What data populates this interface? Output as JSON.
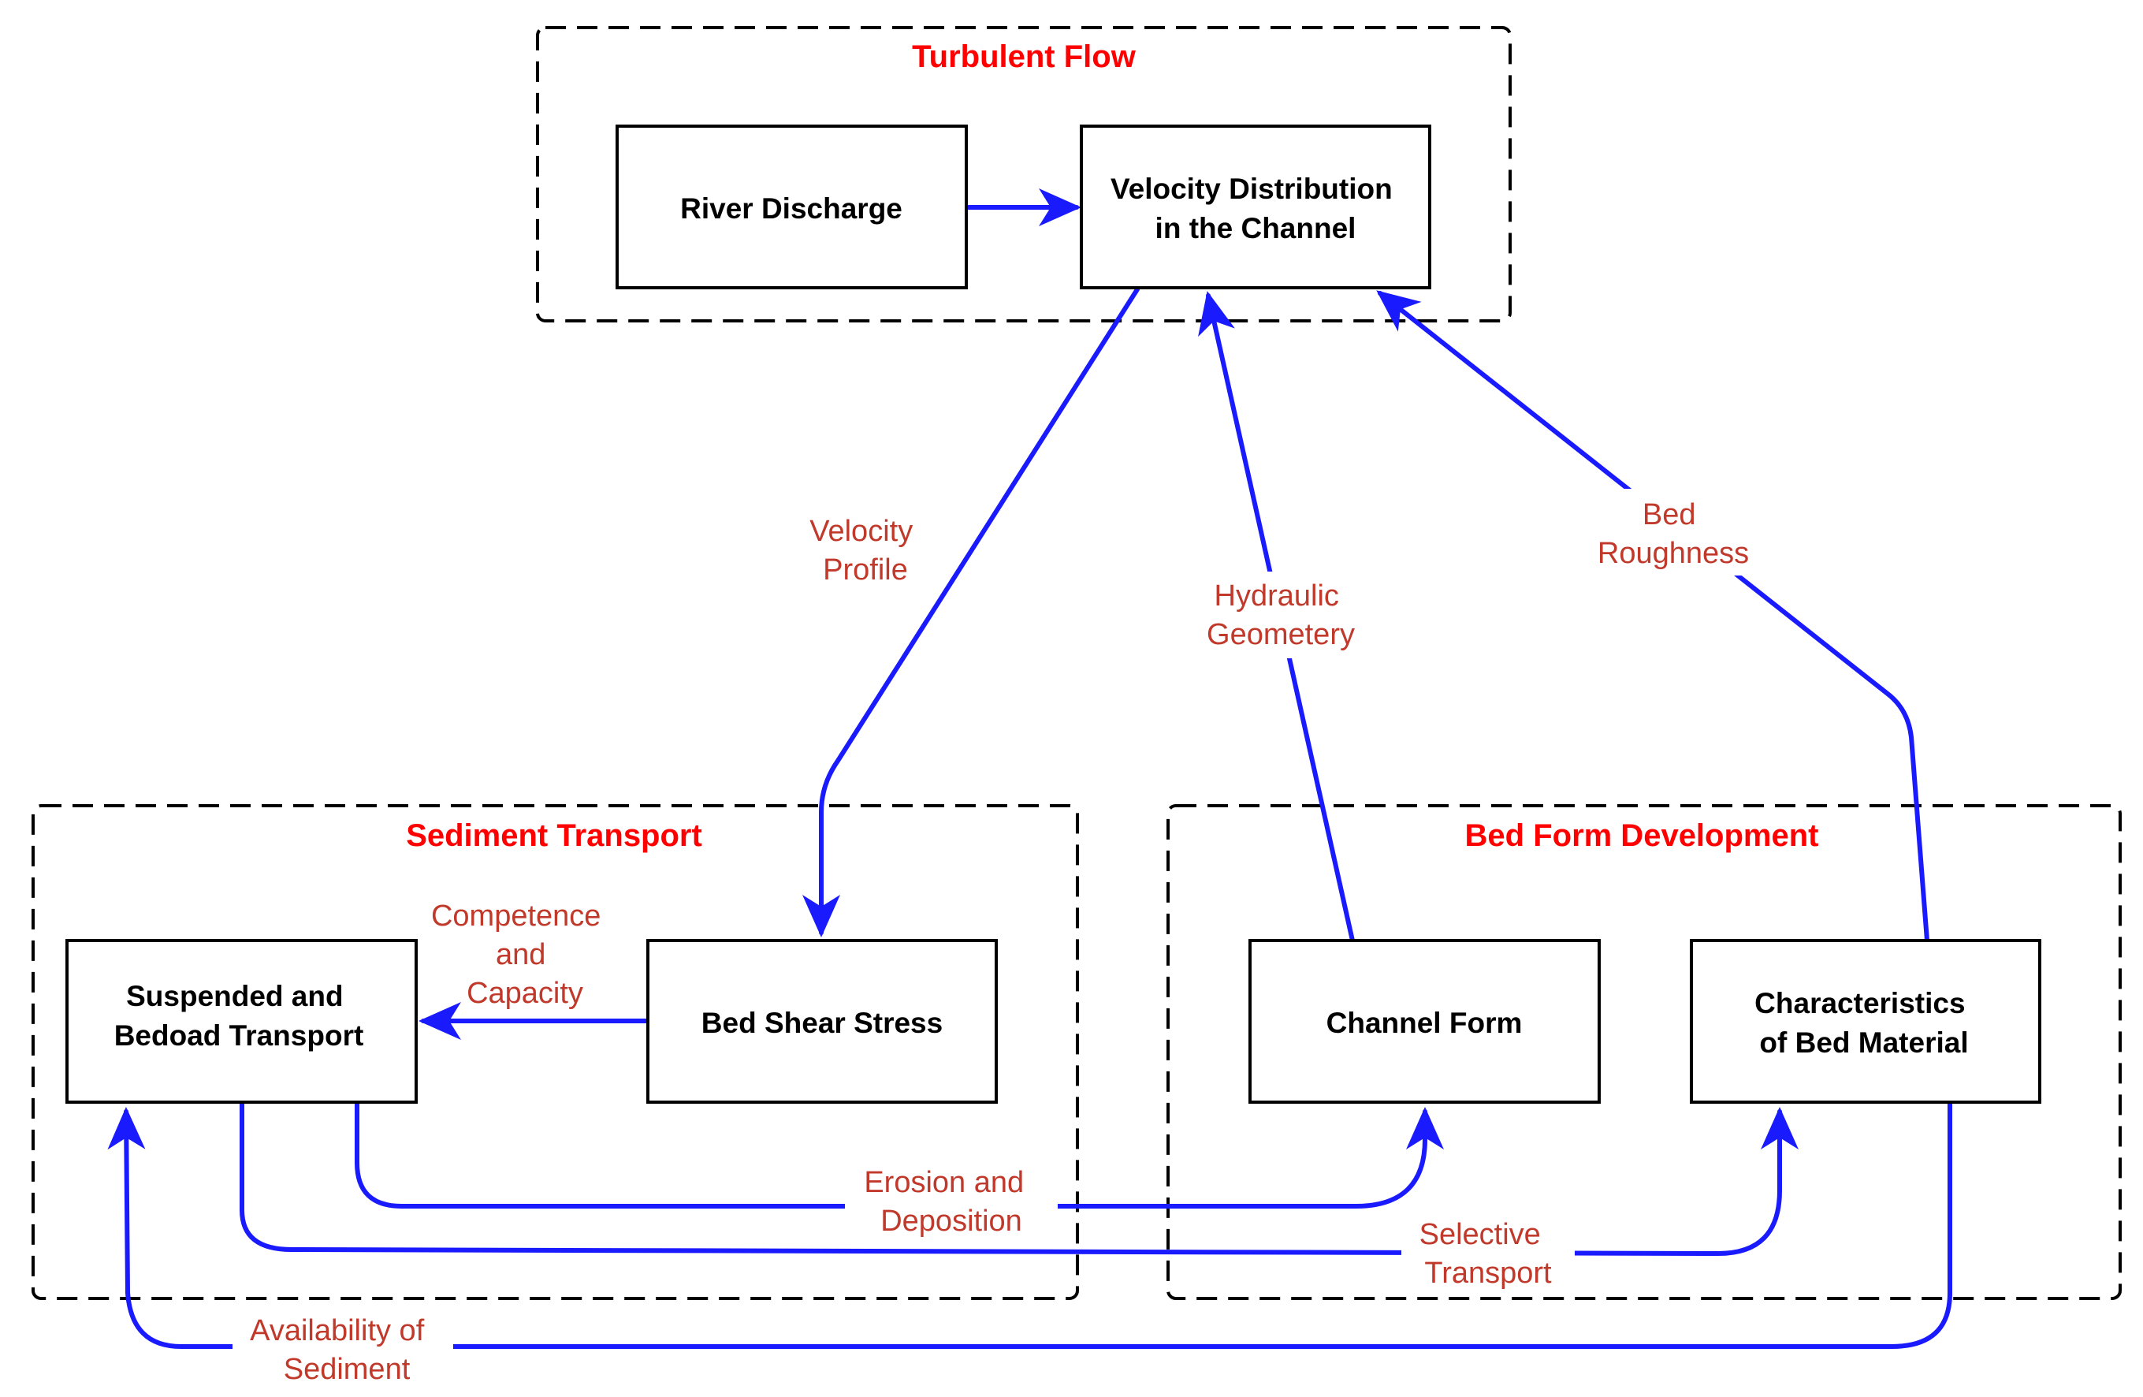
{
  "colors": {
    "group_title": "#ff0000",
    "edge_label": "#c0392b",
    "arrow": "#1a1aff",
    "box_border": "#000000",
    "group_border": "#000000"
  },
  "groups": {
    "turbulent_flow": "Turbulent Flow",
    "sediment_transport": "Sediment Transport",
    "bed_form_development": "Bed Form Development"
  },
  "nodes": {
    "river_discharge": [
      "River Discharge"
    ],
    "velocity_distribution": [
      "Velocity Distribution",
      "in the Channel"
    ],
    "suspended_bedload": [
      "Suspended and",
      "Bedoad Transport"
    ],
    "bed_shear_stress": [
      "Bed Shear Stress"
    ],
    "channel_form": [
      "Channel Form"
    ],
    "bed_material": [
      "Characteristics",
      "of Bed Material"
    ]
  },
  "edges": {
    "velocity_profile": [
      "Velocity",
      "Profile"
    ],
    "hydraulic_geometry": [
      "Hydraulic",
      "Geometery"
    ],
    "bed_roughness": [
      "Bed",
      "Roughness"
    ],
    "competence_capacity": [
      "Competence",
      "and",
      "Capacity"
    ],
    "erosion_deposition": [
      "Erosion and",
      "Deposition"
    ],
    "selective_transport": [
      "Selective",
      "Transport"
    ],
    "availability_sediment": [
      "Availability of",
      "Sediment"
    ]
  }
}
